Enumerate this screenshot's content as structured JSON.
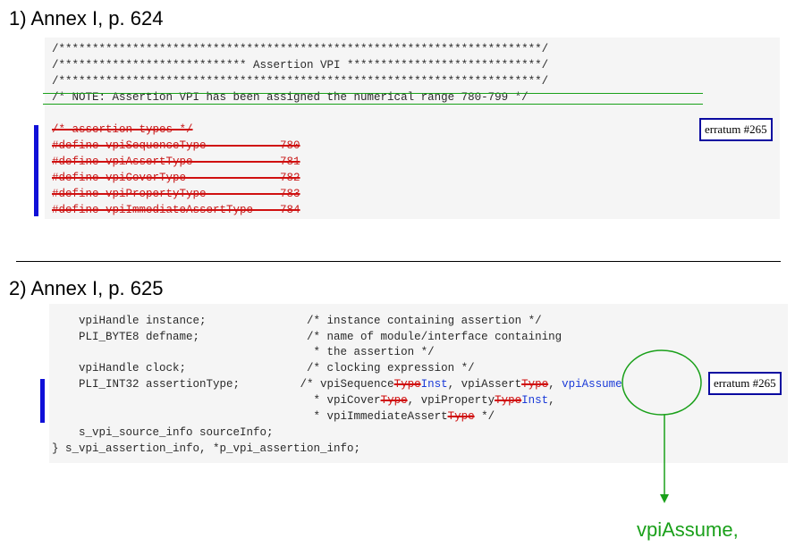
{
  "section1": {
    "heading": "1) Annex I, p. 624",
    "lines": [
      "/************************************************************************/",
      "/**************************** Assertion VPI *****************************/",
      "/************************************************************************/",
      "/* NOTE: Assertion VPI has been assigned the numerical range 780-799 */"
    ],
    "struck": [
      "/* assertion types */",
      "#define vpiSequenceType           780",
      "#define vpiAssertType             781",
      "#define vpiCoverType              782",
      "#define vpiPropertyType           783",
      "#define vpiImmediateAssertType    784"
    ],
    "erratum": "erratum #265"
  },
  "section2": {
    "heading": "2) Annex I, p. 625",
    "code": {
      "l1": "    vpiHandle instance;               /* instance containing assertion */",
      "l2": "    PLI_BYTE8 defname;                /* name of module/interface containing",
      "l3": "                                       * the assertion */",
      "l4": "    vpiHandle clock;                  /* clocking expression */",
      "l5a": "    PLI_INT32 assertionType;         /* vpiSequence",
      "l5_del1": "Type",
      "l5_ins1": "Inst",
      "l5b": ", vpiAssert",
      "l5_del2": "Type",
      "l5c": ", ",
      "l5_ins2": "vpiAssume",
      "l6a": "                                       * vpiCover",
      "l6_del1": "Type",
      "l6b": ", vpiProperty",
      "l6_del2": "Type",
      "l6_ins": "Inst",
      "l6c": ",",
      "l7a": "                                       * vpiImmediateAssert",
      "l7_del": "Type",
      "l7b": " */",
      "l8": "    s_vpi_source_info sourceInfo;",
      "l9": "} s_vpi_assertion_info, *p_vpi_assertion_info;"
    },
    "erratum": "erratum #265",
    "callout": "vpiAssume,"
  },
  "colors": {
    "strike_red": "#d01010",
    "insert_blue": "#1a3ad8",
    "bar_blue": "#1010d8",
    "green": "#1aa01a"
  }
}
